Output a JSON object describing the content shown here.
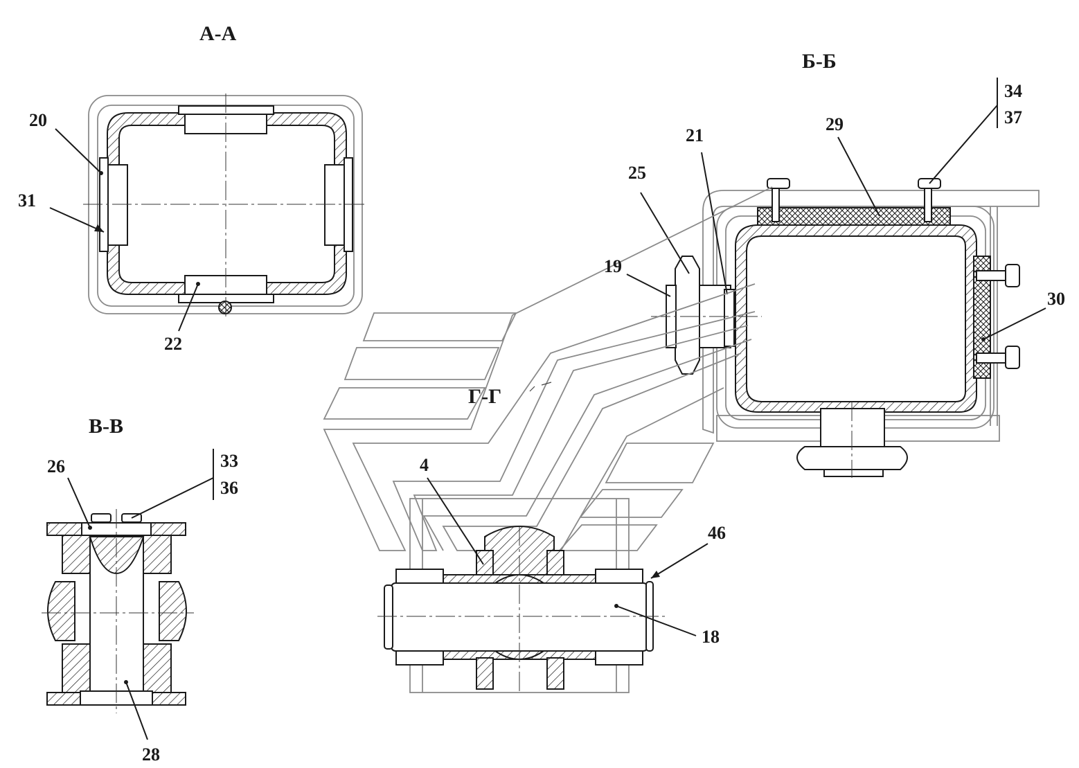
{
  "sections": {
    "aa": "А-А",
    "bb": "Б-Б",
    "vv": "В-В",
    "gg": "Г-Г"
  },
  "labels": {
    "p20": "20",
    "p31": "31",
    "p22": "22",
    "p25": "25",
    "p21": "21",
    "p29": "29",
    "p34": "34",
    "p37": "37",
    "p19": "19",
    "p30": "30",
    "p26": "26",
    "p33": "33",
    "p36": "36",
    "p28": "28",
    "p4": "4",
    "p46": "46",
    "p18": "18"
  }
}
